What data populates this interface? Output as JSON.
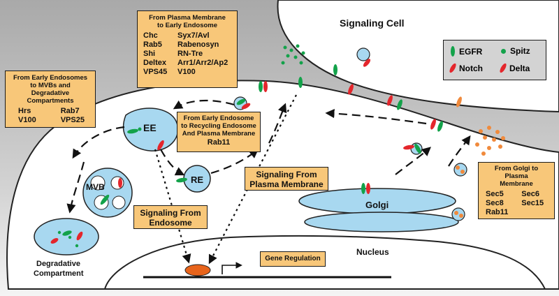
{
  "labels": {
    "signaling_cell": "Signaling Cell",
    "ee": "EE",
    "re": "RE",
    "mvb": "MVB",
    "golgi": "Golgi",
    "nucleus": "Nucleus",
    "degradative_l1": "Degradative",
    "degradative_l2": "Compartment"
  },
  "legend": {
    "egfr": "EGFR",
    "spitz": "Spitz",
    "notch": "Notch",
    "delta": "Delta"
  },
  "colors": {
    "membrane_green": "#13a24a",
    "receptor_red": "#e4262c",
    "ligand_orange": "#f08a3c",
    "organelle_blue": "#a8d8f0",
    "box_fill": "#f8c779",
    "legend_fill": "#d3d3d3",
    "nucleus_dot": "#e8641b"
  },
  "box_pm_ee": {
    "title_l1": "From Plasma Membrane",
    "title_l2": "to Early Endosome",
    "items": [
      "Chc",
      "Syx7/Avl",
      "Rab5",
      "Rabenosyn",
      "Shi",
      "RN-Tre",
      "Deltex",
      "Arr1/Arr2/Ap2",
      "VPS45",
      "V100"
    ]
  },
  "box_ee_mvb": {
    "title_l1": "From Early Endosomes",
    "title_l2": "to MVBs and Degradative",
    "title_l3": "Compartments",
    "items": [
      "Hrs",
      "Rab7",
      "V100",
      "VPS25"
    ]
  },
  "box_ee_recycling": {
    "title_l1": "From Early Endosome",
    "title_l2": "to Recycling Endosome",
    "title_l3": "And Plasma Membrane",
    "item": "Rab11"
  },
  "box_golgi_pm": {
    "title_l1": "From Golgi to Plasma",
    "title_l2": "Membrane",
    "items": [
      "Sec5",
      "Sec6",
      "Sec8",
      "Sec15",
      "Rab11"
    ]
  },
  "box_signal_pm": {
    "l1": "Signaling From",
    "l2": "Plasma Membrane"
  },
  "box_signal_endo": {
    "l1": "Signaling From",
    "l2": "Endosome"
  },
  "box_gene": {
    "text": "Gene Regulation"
  }
}
